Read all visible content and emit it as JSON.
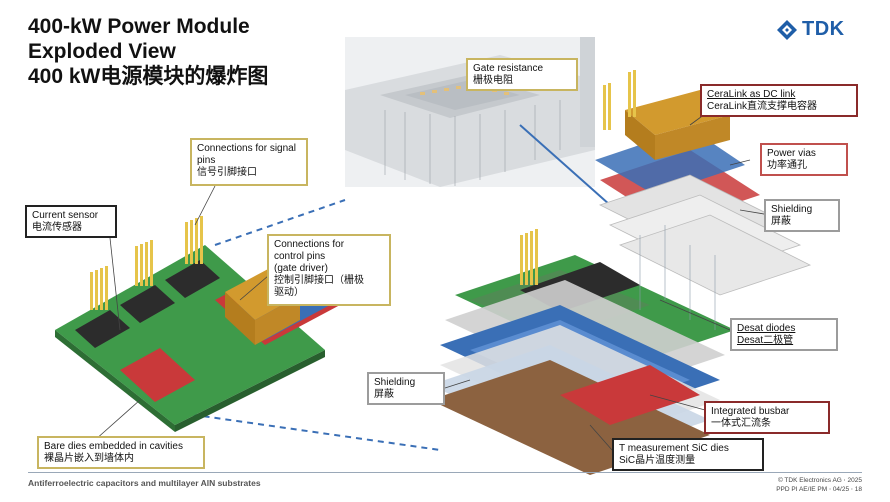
{
  "title": {
    "line1": "400-kW Power Module",
    "line2": "Exploded View",
    "line3": "400 kW电源模块的爆炸图"
  },
  "logo": {
    "text": "TDK",
    "icon": "tdk-diamond-logo-icon",
    "color": "#1f5ea8"
  },
  "callouts": {
    "gate_resistance": {
      "en": "Gate resistance",
      "zh": "栅极电阻"
    },
    "ceralink": {
      "en": "CeraLink as DC link",
      "zh": "CeraLink直流支撑电容器"
    },
    "power_vias": {
      "en": "Power vias",
      "zh": "功率通孔"
    },
    "shielding_top": {
      "en": "Shielding",
      "zh": "屏蔽"
    },
    "signal_pins": {
      "en1": "Connections for signal",
      "en2": "pins",
      "zh": "信号引脚接口"
    },
    "current_sensor": {
      "en": "Current sensor",
      "zh": "电流传感器"
    },
    "control_pins": {
      "en1": "Connections for",
      "en2": "control pins",
      "en3": "(gate driver)",
      "zh1": "控制引脚接口（栅极",
      "zh2": "驱动）"
    },
    "desat": {
      "en": "Desat diodes",
      "zh": "Desat二极管"
    },
    "shielding_bottom": {
      "en": "Shielding",
      "zh": "屏蔽"
    },
    "integrated_busbar": {
      "en": "Integrated busbar",
      "zh": "一体式汇流条"
    },
    "bare_dies": {
      "en": "Bare dies embedded in cavities",
      "zh": "裸晶片嵌入到墙体内"
    },
    "t_measurement": {
      "en": "T measurement SiC dies",
      "zh": "SiC晶片温度测量"
    }
  },
  "footer": {
    "left": "Antiferroelectric capacitors and multilayer AlN substrates",
    "copyright": "© TDK Electronics AG ⋅ 2025",
    "ref": "PPD PI AE/IE PM ⋅ 04/25 ⋅ 18"
  },
  "colors": {
    "board_green": "#3f9a4a",
    "board_red": "#c9393a",
    "board_blue": "#3a6fb6",
    "capacitor": "#d29a2e",
    "pins": "#e6c44a",
    "chip": "#2c2c2c",
    "layer_grey": "#e3e3e3",
    "busbar_brown": "#8c6240"
  }
}
